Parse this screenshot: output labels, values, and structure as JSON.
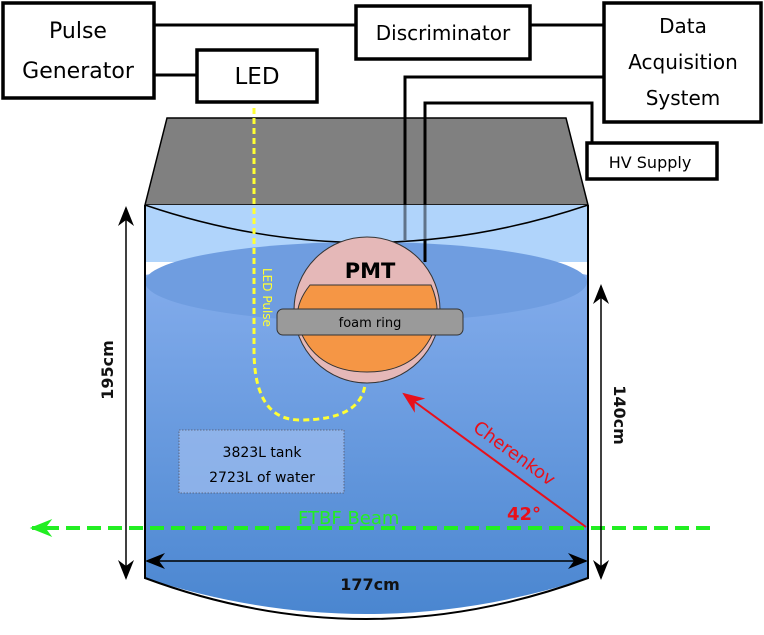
{
  "title": "Cherenkov water tank test setup",
  "boxes": {
    "pulse_generator": [
      "Pulse",
      "Generator"
    ],
    "led": "LED",
    "discriminator": "Discriminator",
    "daq": [
      "Data",
      "Acquisition",
      "System"
    ],
    "hv_supply": "HV Supply"
  },
  "tank": {
    "pmt_label": "PMT",
    "foam_ring_label": "foam ring",
    "led_pulse_label": "LED Pulse",
    "info": [
      "3823L tank",
      "2723L of water"
    ],
    "beam_label": "FTBF Beam",
    "cherenkov_label": "Cherenkov",
    "angle_label": "42°"
  },
  "dimensions": {
    "tank_height": "195cm",
    "beam_to_top": "140cm",
    "tank_width": "177cm"
  },
  "colors": {
    "lid": "#808080",
    "water_light": "#b0d4fb",
    "water_mid": "#6f9de0",
    "water_deep": "#4a86d0",
    "pmt_glass": "#e5b8b8",
    "photocathode": "#f59645",
    "foam": "#9a9a9a",
    "led_pulse": "#ffff33",
    "beam": "#22ee22",
    "cherenkov": "#e8101a"
  }
}
